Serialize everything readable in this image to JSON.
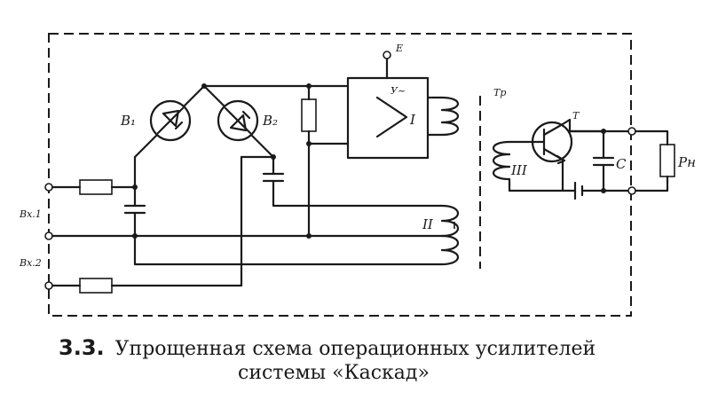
{
  "figure": {
    "number": "3.3.",
    "caption_line1": "Упрощенная схема операционных усилителей",
    "caption_line2": "системы «Каскад»"
  },
  "labels": {
    "diode1": "В₁",
    "diode2": "В₂",
    "amplifier": "У~",
    "supply": "Е",
    "winding1": "I",
    "winding2": "II",
    "winding3": "III",
    "transformer": "Тр",
    "transistor": "Т",
    "capacitor": "С",
    "load": "Рн",
    "input1": "Вх.1",
    "input2": "Вх.2"
  }
}
